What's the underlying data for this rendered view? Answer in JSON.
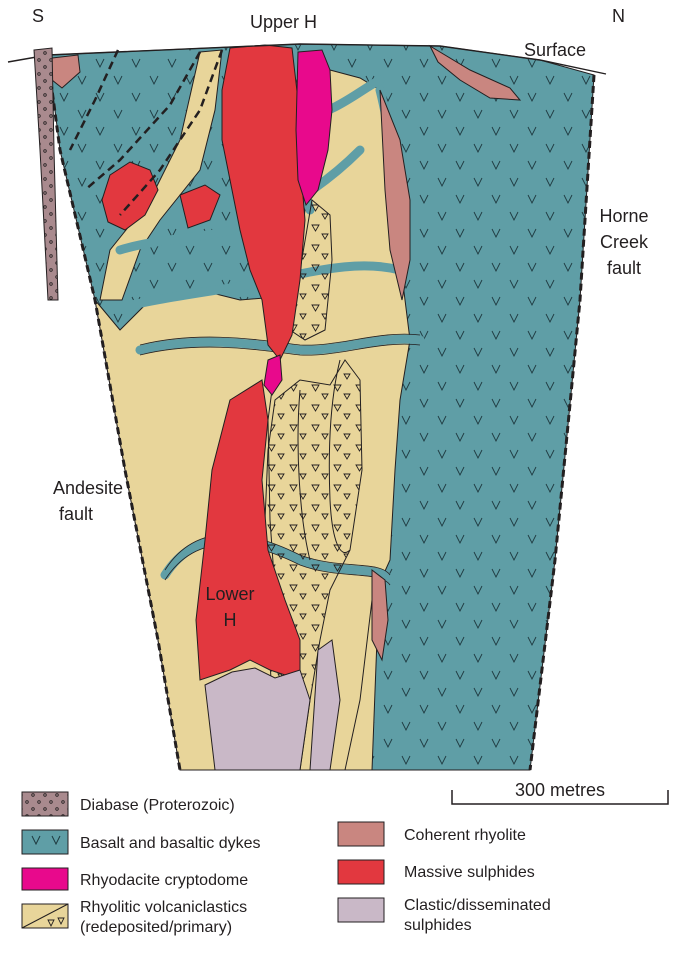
{
  "labels": {
    "south": "S",
    "north": "N",
    "upper_h": "Upper H",
    "surface": "Surface",
    "horne_line1": "Horne",
    "horne_line2": "Creek",
    "horne_line3": "fault",
    "andesite_line1": "Andesite",
    "andesite_line2": "fault",
    "lower_line1": "Lower",
    "lower_line2": "H"
  },
  "scale_bar": {
    "label": "300  metres"
  },
  "legend": {
    "diabase": "Diabase (Proterozoic)",
    "basalt": "Basalt and basaltic dykes",
    "rhyodacite": "Rhyodacite cryptodome",
    "rhyolitic_line1": "Rhyolitic volcaniclastics",
    "rhyolitic_line2": "(redeposited/primary)",
    "coherent": "Coherent rhyolite",
    "massive": "Massive sulphides",
    "clastic_line1": "Clastic/disseminated",
    "clastic_line2": "sulphides"
  },
  "colors": {
    "basalt": "#5f9ea6",
    "rhyolitic": "#e8d59a",
    "massive": "#e2383f",
    "rhyodacite": "#e8098c",
    "coherent": "#c98680",
    "clastic": "#c9b8c7",
    "diabase": "#a98a8e"
  }
}
